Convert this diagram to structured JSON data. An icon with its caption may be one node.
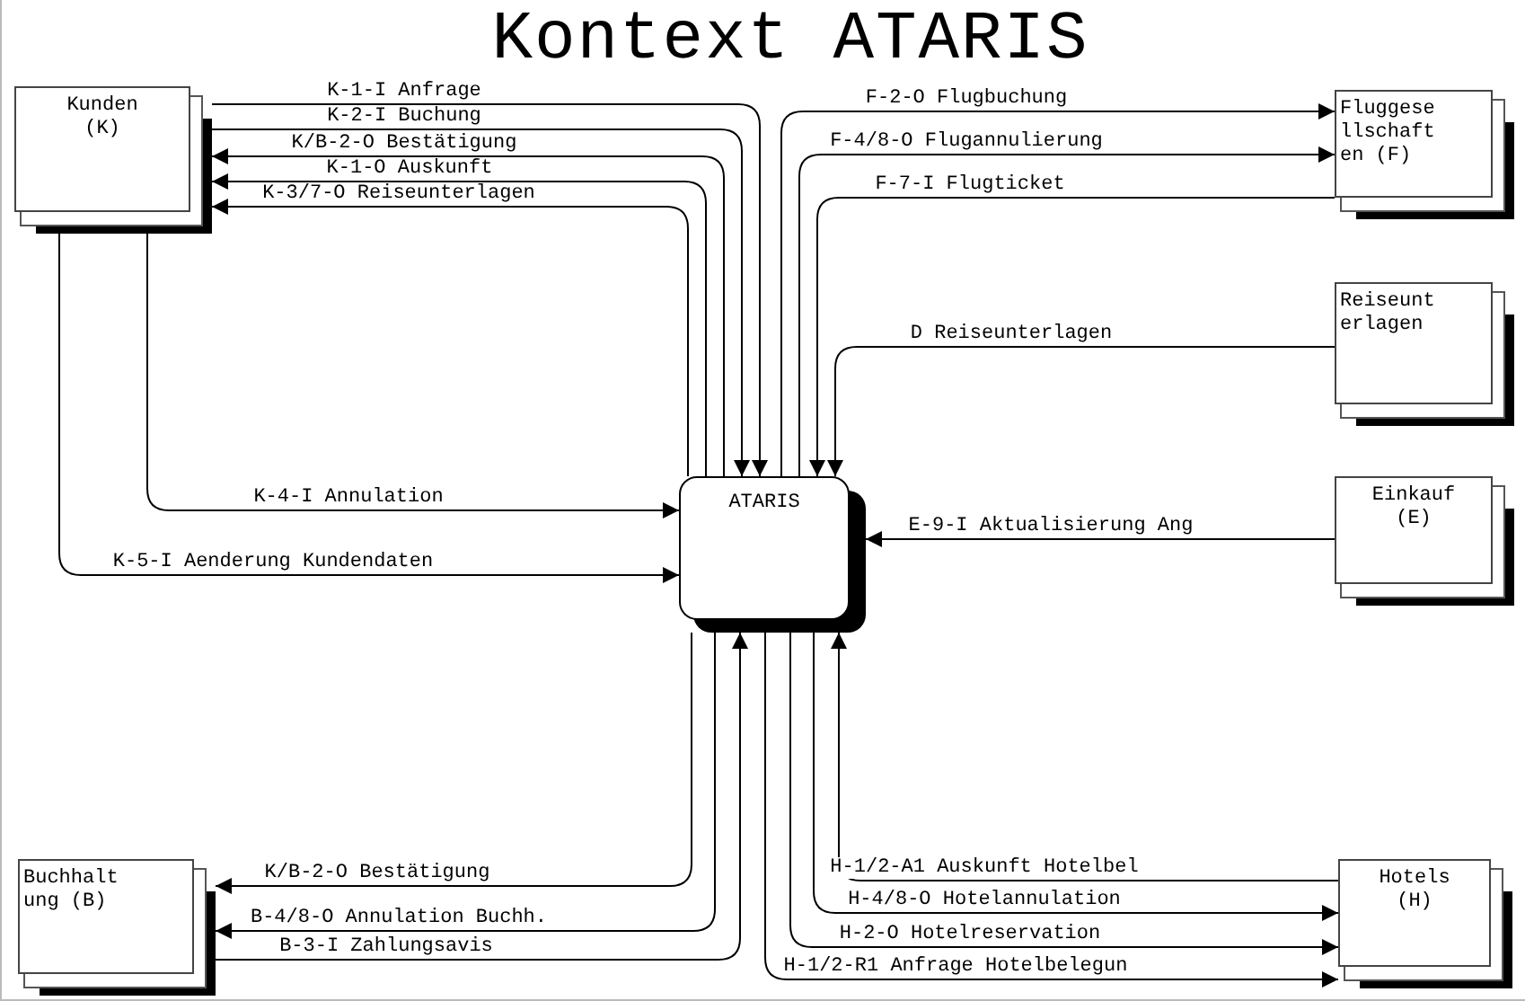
{
  "diagram": {
    "title": "Kontext ATARIS",
    "nodes": [
      {
        "text": [
          "Kunden (K)"
        ]
      },
      {
        "text": [
          "Fluggese llschaft en (F)"
        ]
      },
      {
        "text": [
          "Reiseunt erlagen"
        ]
      },
      {
        "text": [
          "ATARIS"
        ]
      },
      {
        "text": [
          "Einkauf (E)"
        ]
      },
      {
        "text": [
          "Buchhalt ung (B)"
        ]
      },
      {
        "text": [
          "Hotels (H)"
        ]
      }
    ],
    "edges": [
      {
        "from": 0,
        "to": 3,
        "arrow": "to",
        "label": "K-1-I Anfrage"
      },
      {
        "from": 0,
        "to": 3,
        "arrow": "to",
        "label": "K-2-I Buchung"
      },
      {
        "from": 3,
        "to": 0,
        "arrow": "to",
        "label": "K/B-2-O Bestätigung"
      },
      {
        "from": 3,
        "to": 0,
        "arrow": "to",
        "label": "K-1-O Auskunft"
      },
      {
        "from": 3,
        "to": 0,
        "arrow": "to",
        "label": "K-3/7-O Reiseunterlagen"
      },
      {
        "from": 3,
        "to": 1,
        "arrow": "to",
        "label": "F-2-O Flugbuchung"
      },
      {
        "from": 3,
        "to": 1,
        "arrow": "to",
        "label": "F-4/8-O Flugannulierung"
      },
      {
        "from": 1,
        "to": 3,
        "arrow": "to",
        "label": "F-7-I Flugticket"
      },
      {
        "from": 2,
        "to": 3,
        "arrow": "to",
        "label": "D Reiseunterlagen"
      },
      {
        "from": 0,
        "to": 3,
        "arrow": "to",
        "label": "K-4-I Annulation"
      },
      {
        "from": 0,
        "to": 3,
        "arrow": "to",
        "label": "K-5-I Aenderung Kundendaten"
      },
      {
        "from": 4,
        "to": 3,
        "arrow": "to",
        "label": "E-9-I Aktualisierung Ang"
      },
      {
        "from": 3,
        "to": 5,
        "arrow": "to",
        "label": "K/B-2-O Bestätigung"
      },
      {
        "from": 3,
        "to": 5,
        "arrow": "to",
        "label": "B-4/8-O Annulation Buchh."
      },
      {
        "from": 5,
        "to": 3,
        "arrow": "to",
        "label": "B-3-I Zahlungsavis"
      },
      {
        "from": 6,
        "to": 3,
        "arrow": "to",
        "label": "H-1/2-A1 Auskunft Hotelbel"
      },
      {
        "from": 3,
        "to": 6,
        "arrow": "to",
        "label": "H-4/8-O Hotelannulation"
      },
      {
        "from": 3,
        "to": 6,
        "arrow": "to",
        "label": "H-2-O Hotelreservation"
      },
      {
        "from": 3,
        "to": 6,
        "arrow": "to",
        "label": "H-1/2-R1 Anfrage Hotelbelegun"
      }
    ]
  }
}
